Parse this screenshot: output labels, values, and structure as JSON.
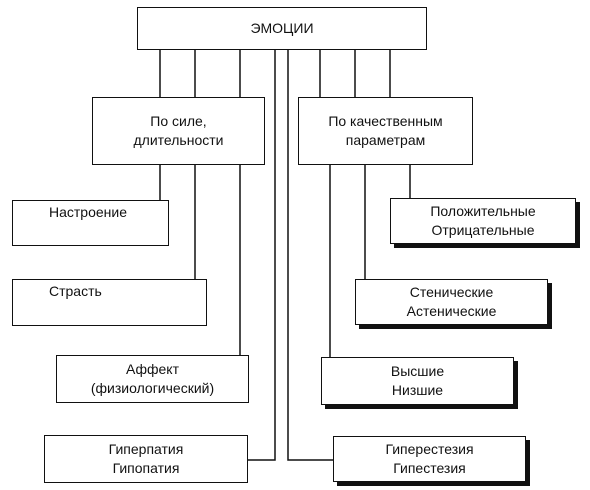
{
  "root": {
    "label": "ЭМОЦИИ"
  },
  "categories": {
    "strength": {
      "line1": "По силе,",
      "line2": "длительности"
    },
    "quality": {
      "line1": "По качественным",
      "line2": "параметрам"
    }
  },
  "strength_items": {
    "mood": {
      "line1": "Настроение"
    },
    "passion": {
      "line1": "Страсть"
    },
    "affect": {
      "line1": "Аффект",
      "line2": "(физиологический)"
    },
    "hyperpathy": {
      "line1": "Гиперпатия",
      "line2": "Гипопатия"
    }
  },
  "quality_items": {
    "positive": {
      "line1": "Положительные",
      "line2": "Отрицательные"
    },
    "sthenic": {
      "line1": "Стенические",
      "line2": "Астенические"
    },
    "higher": {
      "line1": "Высшие",
      "line2": "Низшие"
    },
    "hyperesthesia": {
      "line1": "Гиперестезия",
      "line2": "Гипестезия"
    }
  }
}
